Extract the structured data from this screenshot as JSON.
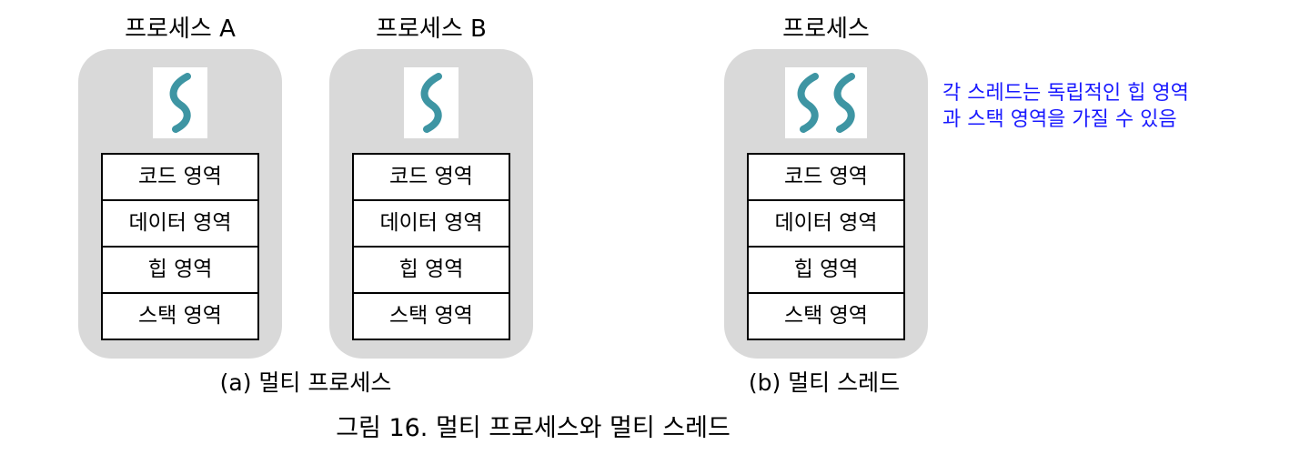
{
  "processes": [
    {
      "title": "프로세스 A",
      "threads": 1,
      "regions": [
        "코드 영역",
        "데이터 영역",
        "힙 영역",
        "스택 영역"
      ]
    },
    {
      "title": "프로세스 B",
      "threads": 1,
      "regions": [
        "코드 영역",
        "데이터 영역",
        "힙 영역",
        "스택 영역"
      ]
    },
    {
      "title": "프로세스",
      "threads": 2,
      "regions": [
        "코드 영역",
        "데이터 영역",
        "힙 영역",
        "스택 영역"
      ]
    }
  ],
  "captions": {
    "multi_process": "(a) 멀티 프로세스",
    "multi_thread": "(b) 멀티 스레드",
    "figure": "그림 16. 멀티 프로세스와 멀티 스레드"
  },
  "note": {
    "line1": "각 스레드는 독립적인 힙 영역",
    "line2": "과 스택 영역을 가질 수 있음",
    "color": "#1a1aff"
  },
  "colors": {
    "process_box": "#d9d9d9",
    "thread_icon": "#3e95a3"
  },
  "icons": {
    "thread": "thread-icon"
  }
}
